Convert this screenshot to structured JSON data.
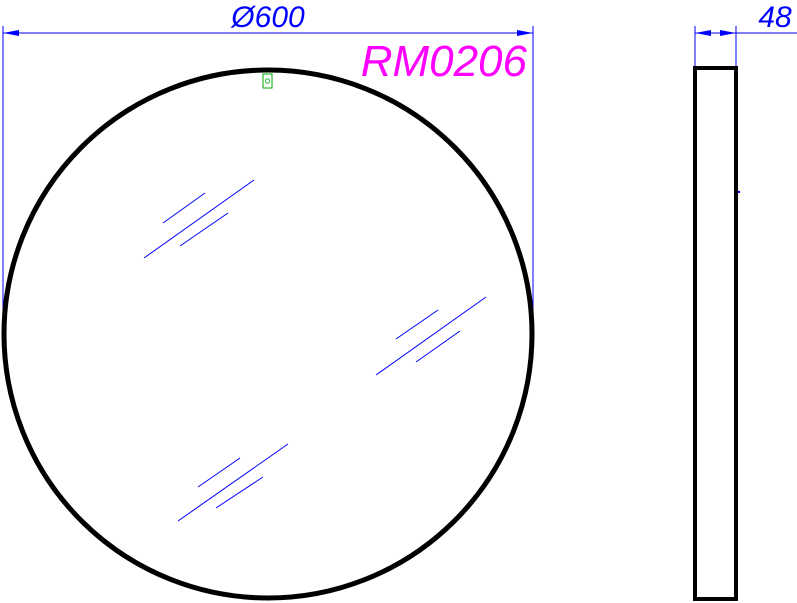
{
  "drawing": {
    "diameter_label": "Ø600",
    "thickness_label": "48",
    "model_code": "RM0206"
  },
  "colors": {
    "dimension": "#0000ff",
    "model_code": "#ff00ff",
    "outline": "#000000",
    "reflection": "#0000ff",
    "mount_marker": "#00aa00",
    "background": "#ffffff"
  },
  "views": {
    "front": "round-mirror",
    "side": "mirror-profile"
  },
  "icons": {
    "mount": "hanging-bracket-icon"
  }
}
